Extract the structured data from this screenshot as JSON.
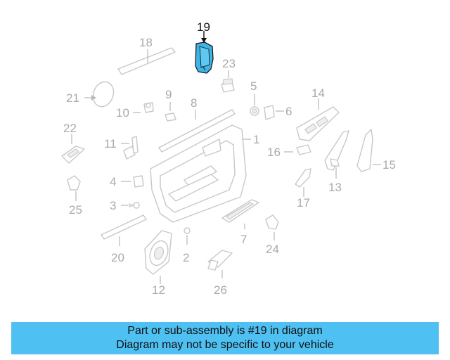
{
  "diagram": {
    "highlight_color": "#3db5e8",
    "highlighted_part": "19",
    "callouts": [
      "1",
      "2",
      "3",
      "4",
      "5",
      "6",
      "7",
      "8",
      "9",
      "10",
      "11",
      "12",
      "13",
      "14",
      "15",
      "16",
      "17",
      "18",
      "19",
      "20",
      "21",
      "22",
      "23",
      "24",
      "25",
      "26"
    ]
  },
  "banner": {
    "background": "#4ec0f2",
    "line1": "Part or sub-assembly is #19 in diagram",
    "line2": "Diagram may not be specific to your vehicle"
  }
}
